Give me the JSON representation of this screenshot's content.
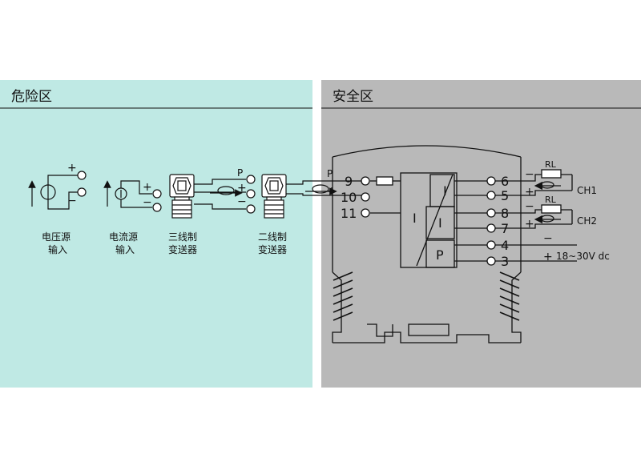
{
  "zones": {
    "hazard": {
      "title": "危险区",
      "color": "#bfe9e4"
    },
    "safe": {
      "title": "安全区",
      "color": "#b9b9b9"
    }
  },
  "inputs": {
    "voltage": {
      "line1": "电压源",
      "line2": "输入"
    },
    "current": {
      "line1": "电流源",
      "line2": "输入"
    },
    "three_wire": {
      "line1": "三线制",
      "line2": "变送器"
    },
    "two_wire": {
      "line1": "二线制",
      "line2": "变送器"
    }
  },
  "signs": {
    "plus": "+",
    "minus": "−",
    "p": "P"
  },
  "terminals_left": [
    "9",
    "10",
    "11"
  ],
  "terminals_right": [
    "6",
    "5",
    "8",
    "7",
    "4",
    "3"
  ],
  "module": {
    "input_block": "I",
    "out1": "I",
    "out2": "I",
    "power": "P"
  },
  "outputs": {
    "rl": "RL",
    "ch1": "CH1",
    "ch2": "CH2",
    "supply": "18~30V dc"
  }
}
